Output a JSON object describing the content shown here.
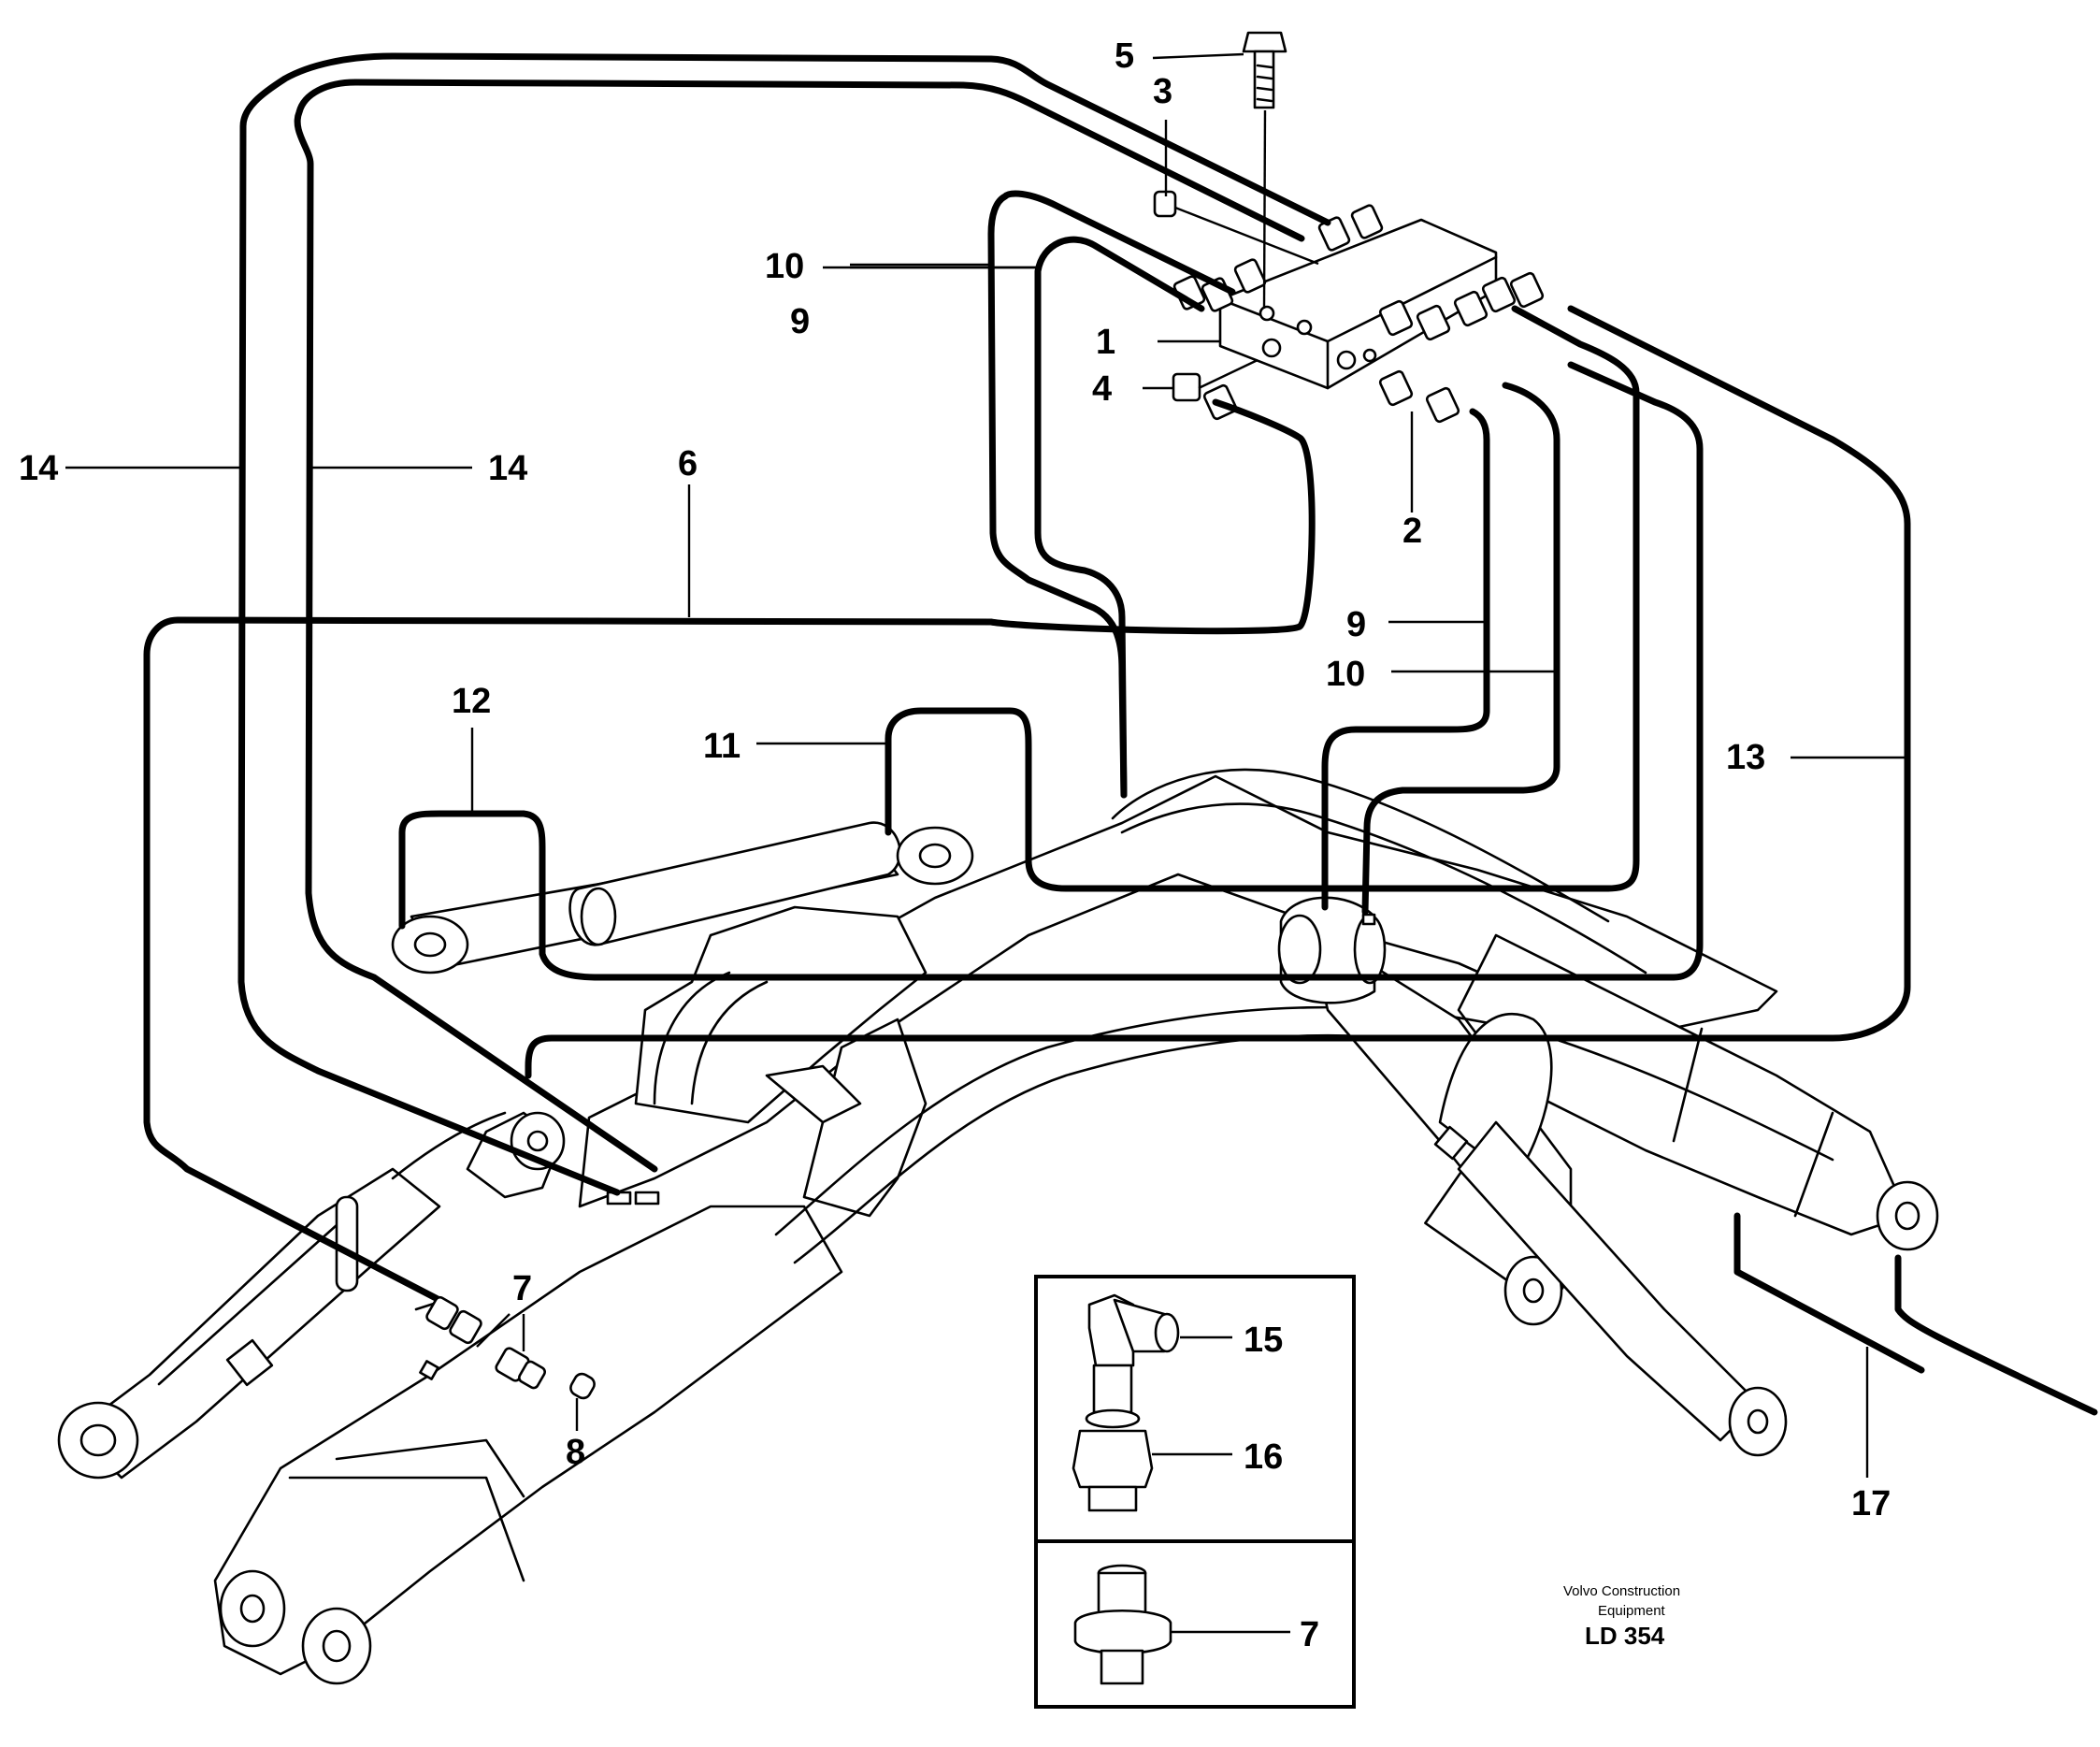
{
  "callouts": {
    "c1": "1",
    "c2": "2",
    "c3": "3",
    "c4": "4",
    "c5": "5",
    "c6": "6",
    "c7a": "7",
    "c7b": "7",
    "c8": "8",
    "c9a": "9",
    "c9b": "9",
    "c10a": "10",
    "c10b": "10",
    "c11": "11",
    "c12": "12",
    "c13": "13",
    "c14a": "14",
    "c14b": "14",
    "c15": "15",
    "c16": "16",
    "c17": "17"
  },
  "credit": {
    "company_line1": "Volvo Construction",
    "company_line2": "Equipment",
    "code": "LD 354"
  }
}
